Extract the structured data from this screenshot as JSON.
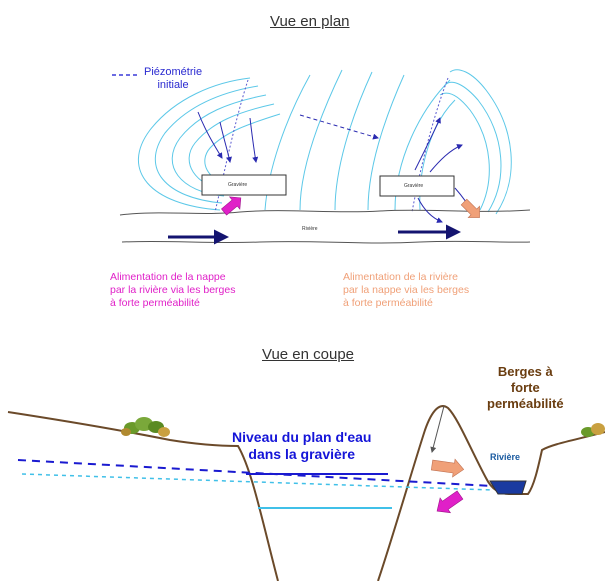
{
  "plan_view": {
    "title": "Vue en plan",
    "legend_label_line1": "Piézométrie",
    "legend_label_line2": "initiale",
    "box_left_label": "Gravière",
    "box_right_label": "Gravière",
    "river_label": "Rivière",
    "caption_left": [
      "Alimentation de la nappe",
      "par la rivière via les berges",
      "à forte perméabilité"
    ],
    "caption_right": [
      "Alimentation de la rivière",
      "par la nappe via les berges",
      "à forte perméabilité"
    ]
  },
  "section_view": {
    "title": "Vue en coupe",
    "niveau_line1": "Niveau du plan d'eau",
    "niveau_line2": "dans la gravière",
    "berges_line1": "Berges à",
    "berges_line2": "forte",
    "berges_line3": "perméabilité",
    "riviere_label": "Rivière"
  },
  "colors": {
    "contour": "#5cc8e8",
    "piezometry_dashed": "#3a3ad8",
    "flow_arrow": "#1a1aa0",
    "pink": "#e020c8",
    "orange": "#f0a078",
    "ground": "#6b4a2a",
    "water_dark": "#1a1ad0",
    "water_light": "#40c0e8"
  }
}
